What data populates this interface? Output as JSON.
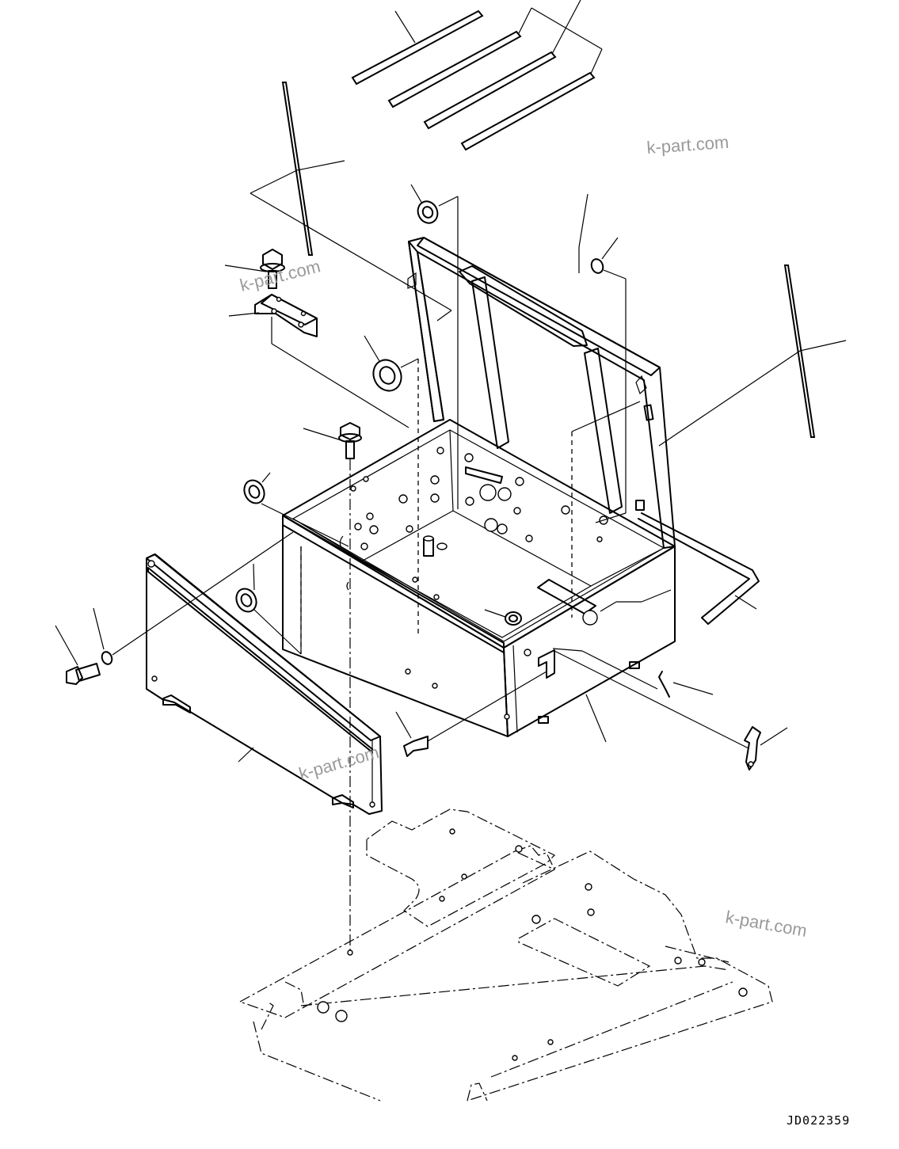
{
  "watermarks": [
    "k-part.com",
    "k-part.com",
    "k-part.com",
    "k-part.com"
  ],
  "drawing_code": "JD022359"
}
